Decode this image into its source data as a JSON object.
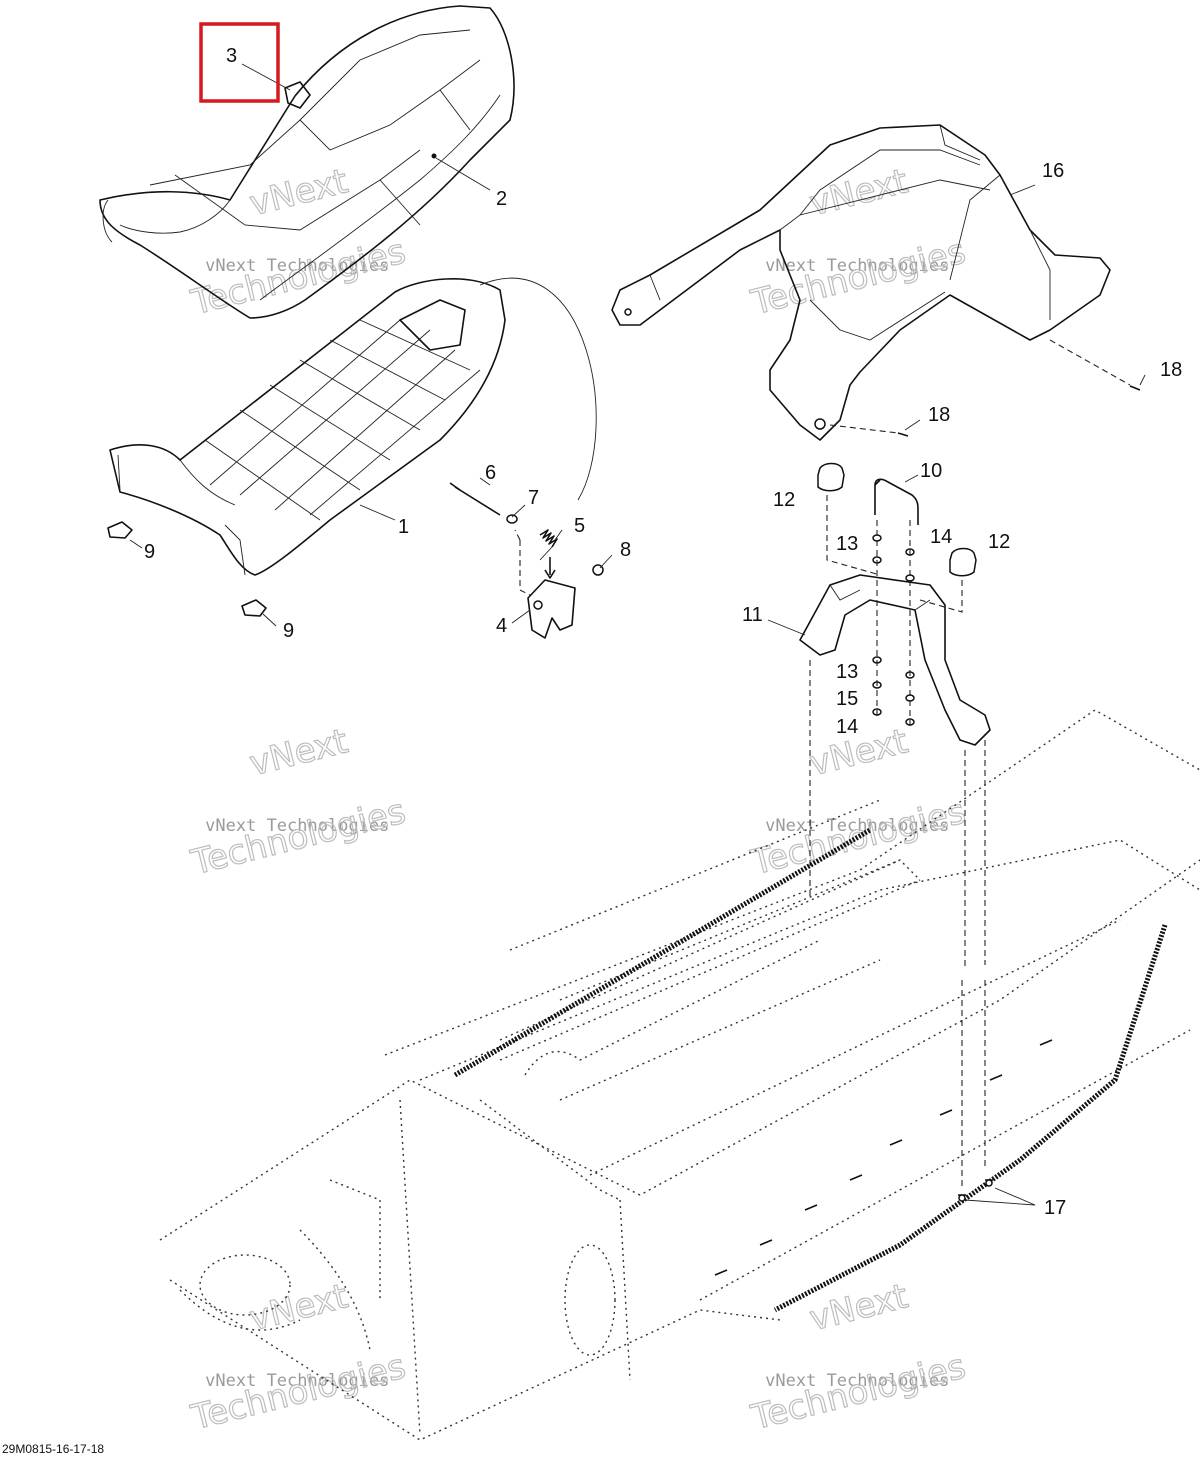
{
  "labels": {
    "l1": "1",
    "l2": "2",
    "l3": "3",
    "l4": "4",
    "l5": "5",
    "l6": "6",
    "l7": "7",
    "l8": "8",
    "l9a": "9",
    "l9b": "9",
    "l10": "10",
    "l11": "11",
    "l12a": "12",
    "l12b": "12",
    "l13a": "13",
    "l13b": "13",
    "l14a": "14",
    "l14b": "14",
    "l15": "15",
    "l16": "16",
    "l17": "17",
    "l18a": "18",
    "l18b": "18"
  },
  "watermark": {
    "line1": "vNext",
    "line2": "vNext Technologies",
    "line3": "Technologies"
  },
  "drawing_id": "29M0815-16-17-18",
  "colors": {
    "highlight": "#d71920",
    "ink": "#111111",
    "watermark": "#9a9a9a"
  }
}
